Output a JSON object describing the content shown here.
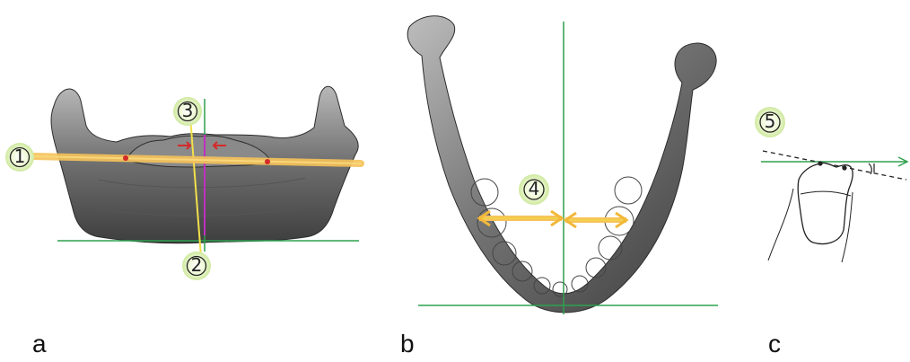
{
  "figure": {
    "panels": [
      {
        "id": "a",
        "label": "a"
      },
      {
        "id": "b",
        "label": "b"
      },
      {
        "id": "c",
        "label": "c"
      }
    ],
    "markers": [
      {
        "id": "1",
        "symbol": "①"
      },
      {
        "id": "2",
        "symbol": "②"
      },
      {
        "id": "3",
        "symbol": "③"
      },
      {
        "id": "4",
        "symbol": "④"
      },
      {
        "id": "5",
        "symbol": "⑤"
      }
    ]
  },
  "colors": {
    "reference_line": "#2fa04e",
    "measurement_band": "#f6c35a",
    "vertical_line": "#f2e04a",
    "marker_arrow": "#d42a2a",
    "midline_marker": "#c030c0",
    "badge_fill": "#eaf6c9",
    "badge_stroke": "#b9dd7a",
    "bone_dark": "#3a3a3a",
    "bone_light": "#9a9a9a"
  }
}
